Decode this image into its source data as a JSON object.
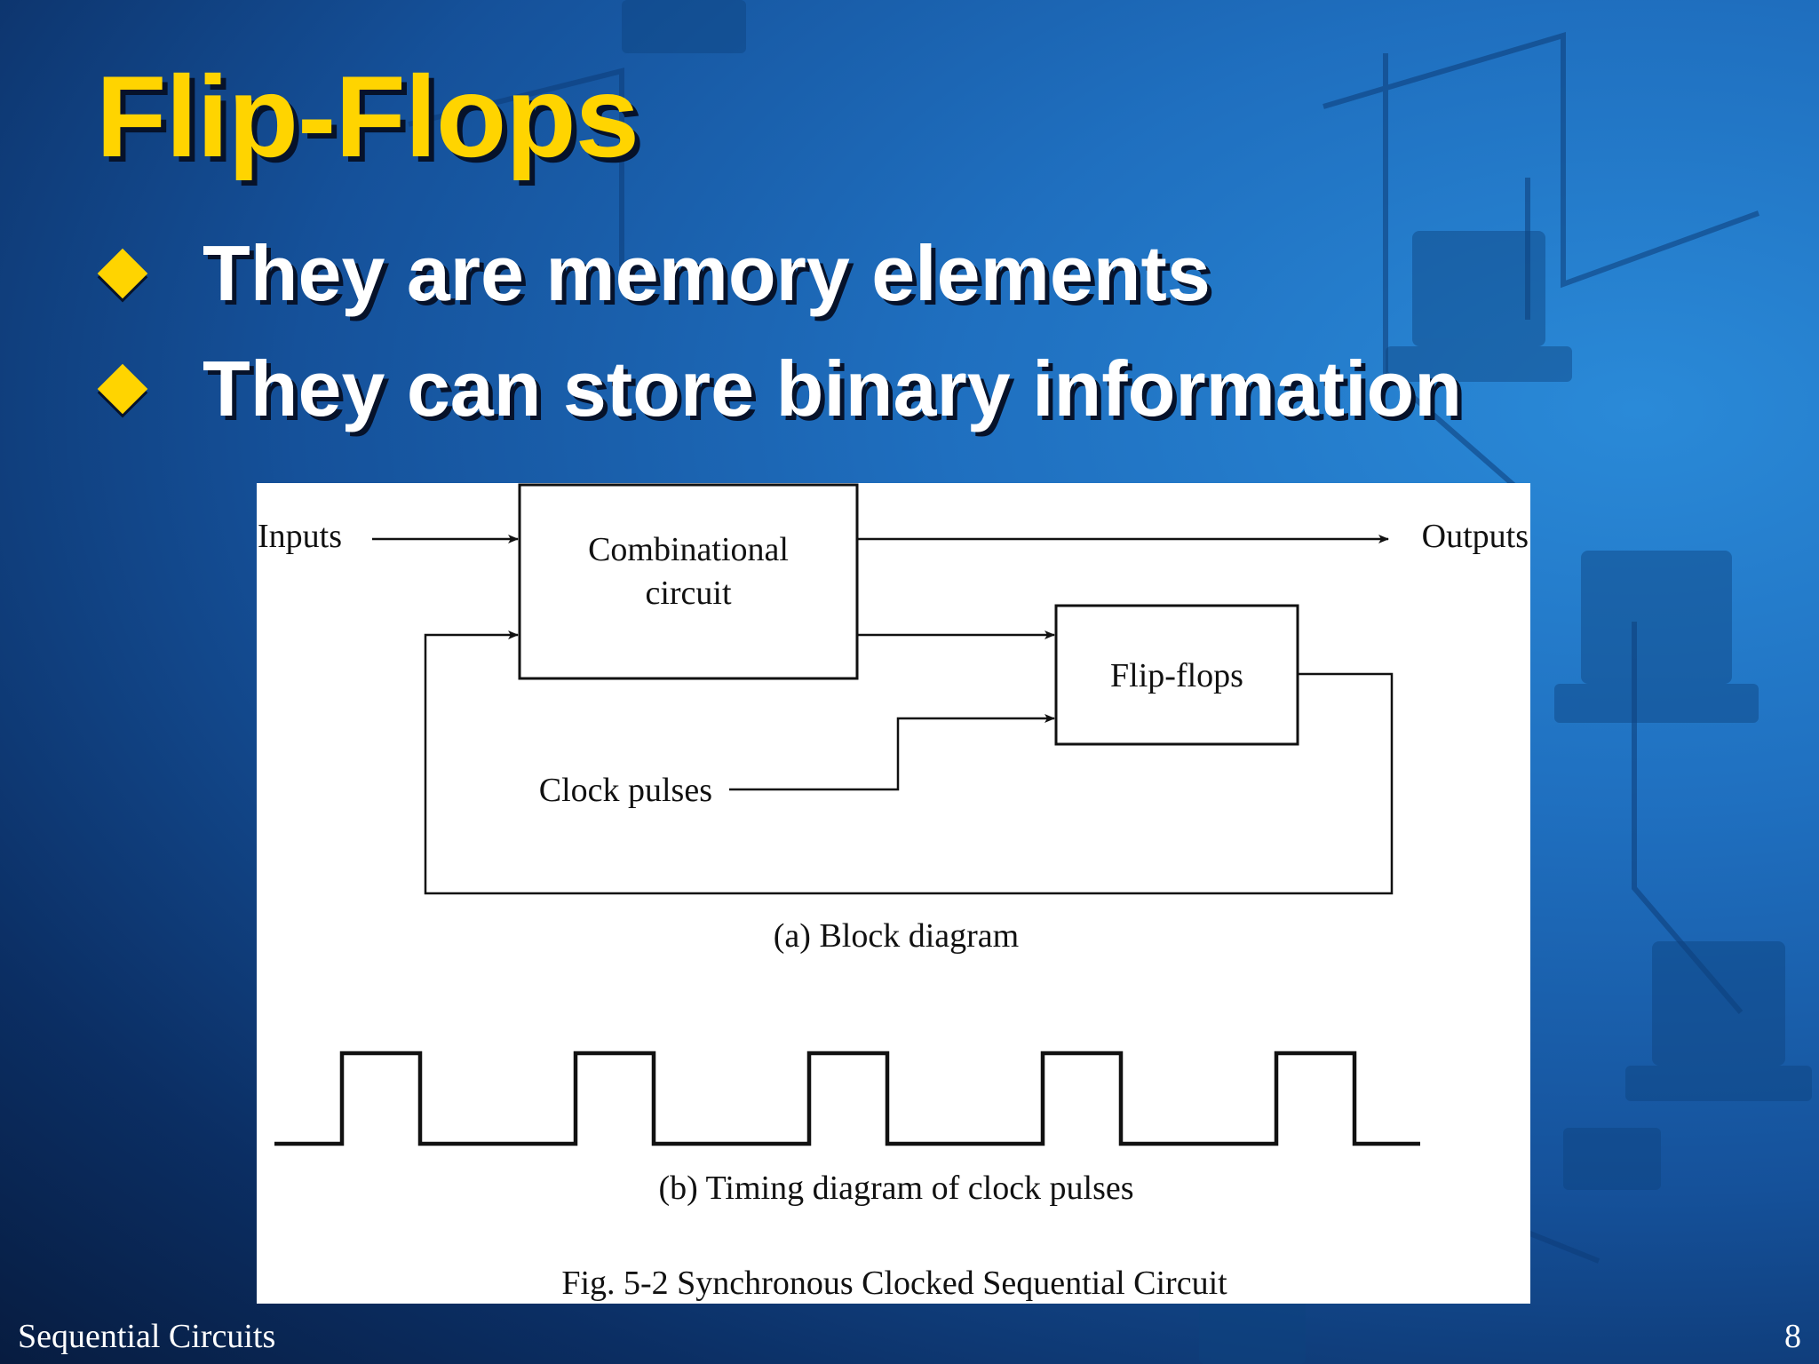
{
  "slide": {
    "title": "Flip-Flops",
    "bullets": [
      "They are memory elements",
      "They can store binary information"
    ]
  },
  "diagram": {
    "labels": {
      "inputs": "Inputs",
      "outputs": "Outputs",
      "combinational_line1": "Combinational",
      "combinational_line2": "circuit",
      "flip_flops": "Flip-flops",
      "clock_pulses": "Clock pulses",
      "caption_a": "(a) Block diagram",
      "caption_b": "(b) Timing diagram of clock pulses",
      "figure_caption": "Fig. 5-2  Synchronous Clocked Sequential Circuit"
    },
    "clock_pulse_count": 5
  },
  "footer": {
    "left": "Sequential Circuits",
    "page_number": "8"
  },
  "colors": {
    "title": "#ffd400",
    "bullet": "#ffd400",
    "text": "#ffffff",
    "diagram_ink": "#111111"
  }
}
